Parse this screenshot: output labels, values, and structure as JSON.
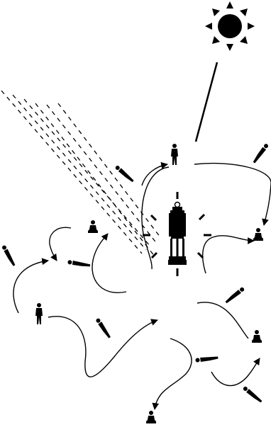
{
  "diagram": {
    "background": "#ffffff",
    "ink": "#000000",
    "elements": {
      "sun": "sun-icon",
      "sunbeam": "line",
      "rain": "dashed-diagonal-lines",
      "lamp": "miners-lamp-icon",
      "figures": "human-silhouette-icon",
      "connectors": "curved-arrows"
    }
  }
}
